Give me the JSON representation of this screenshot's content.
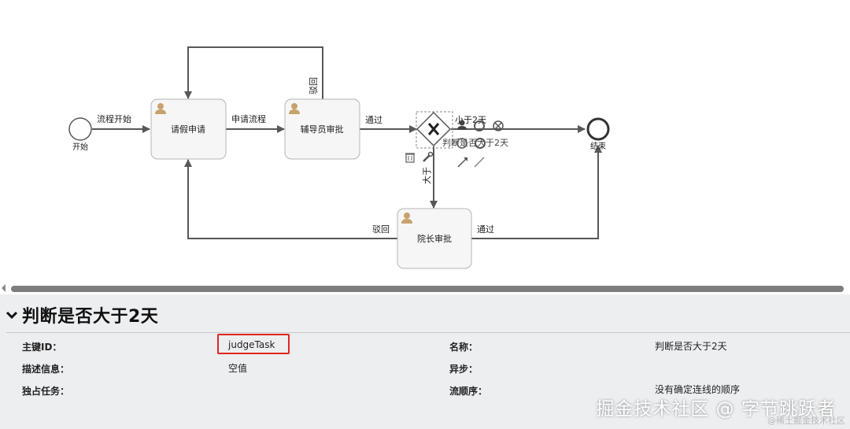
{
  "diagram": {
    "start_event_label": "开始",
    "end_event_label": "结束",
    "tasks": {
      "leave_request": "请假申请",
      "counselor_approval": "辅导员审批",
      "dean_approval": "院长审批"
    },
    "gateway_label": "判断是否大于2天",
    "flows": {
      "process_start": "流程开始",
      "apply_process": "申请流程",
      "pass_counselor": "通过",
      "reject_counselor": "驳回",
      "less_than_2": "小于2天",
      "greater_than_2": "大于",
      "reject_dean": "驳回",
      "pass_dean": "通过"
    },
    "palette_icons": [
      "user-task-icon",
      "event-icon",
      "cancel-icon",
      "event-icon",
      "event-icon",
      "connect-arrow-icon",
      "connect-line-icon",
      "delete-icon",
      "wrench-icon"
    ]
  },
  "properties": {
    "title": "判断是否大于2天",
    "fields": {
      "id_label": "主键ID：",
      "id_value": "judgeTask",
      "name_label": "名称：",
      "name_value": "判断是否大于2天",
      "desc_label": "描述信息：",
      "desc_value": "空值",
      "async_label": "异步：",
      "exclusive_label": "独占任务：",
      "flow_order_label": "流顺序：",
      "flow_order_value": "没有确定连线的顺序"
    }
  },
  "watermark": {
    "main": "掘金技术社区 @ 字节跳跃者",
    "sub": "@稀土掘金技术社区"
  },
  "colors": {
    "highlight_border": "#e0261e",
    "panel_background": "#eceef0",
    "task_fill": "#f6f6f6",
    "flow_line": "#585858"
  }
}
